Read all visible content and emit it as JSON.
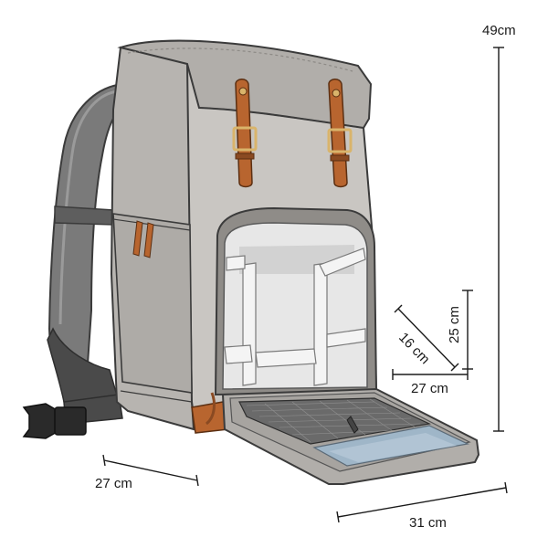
{
  "dimensions": {
    "height_total": "49cm",
    "width_back": "27 cm",
    "width_front": "31 cm",
    "compartment_height": "25 cm",
    "compartment_depth": "16 cm",
    "compartment_width": "27 cm"
  },
  "colors": {
    "body": "#b7b4b0",
    "body_light": "#c9c6c2",
    "body_dark": "#9c9995",
    "outline": "#3b3b3b",
    "strap": "#6f6f6f",
    "strap_dark": "#4a4a4a",
    "leather": "#b8652f",
    "leather_dark": "#8a4a22",
    "brass": "#d9b46b",
    "interior": "#e7e7e7",
    "divider": "#f4f4f4",
    "pocket_blue": "#9fb6c8",
    "dim_line": "#1a1a1a"
  }
}
